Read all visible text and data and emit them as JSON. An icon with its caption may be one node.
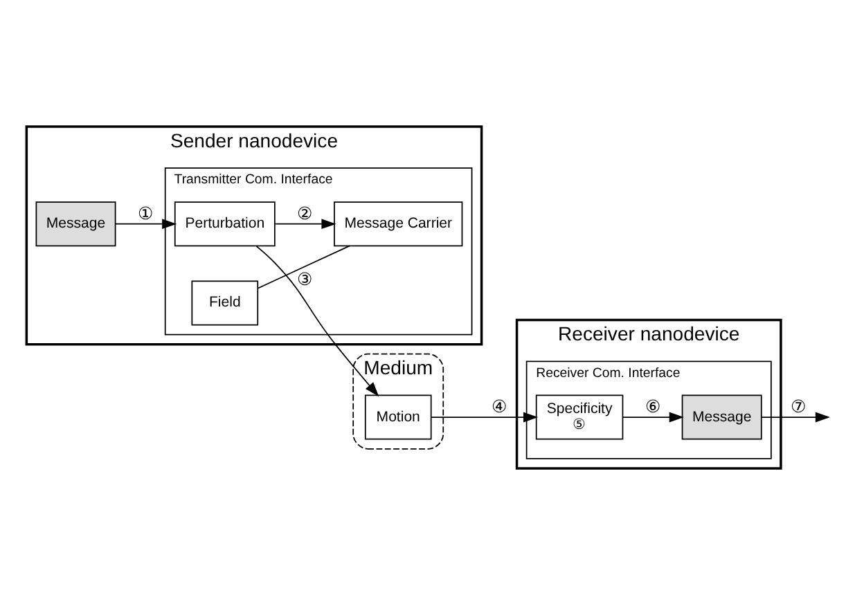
{
  "diagram": {
    "nodes": [
      {
        "text": [
          "Sender nanodevice"
        ]
      },
      {
        "text": [
          "Message"
        ],
        "in": 0
      },
      {
        "text": [
          "Transmitter Com. Interface"
        ],
        "in": 0
      },
      {
        "text": [
          "Perturbation"
        ],
        "in": 2
      },
      {
        "text": [
          "Message Carrier"
        ],
        "in": 2
      },
      {
        "text": [
          "Field"
        ],
        "in": 2
      },
      {
        "text": [
          "Receiver nanodevice"
        ]
      },
      {
        "text": [
          "Receiver Com. Interface"
        ],
        "in": 6
      },
      {
        "text": [
          "Message"
        ],
        "in": 7
      },
      {
        "text": [
          "Specificity",
          "⑤"
        ],
        "in": 7
      },
      {
        "text": [
          "Medium"
        ]
      },
      {
        "text": [
          "Motion"
        ],
        "in": 10
      }
    ],
    "edges": [
      {
        "from": 1,
        "to": 3,
        "arrow": "to",
        "label": "①"
      },
      {
        "from": 3,
        "to": 4,
        "arrow": "to",
        "label": "②"
      },
      {
        "from": 4,
        "to": 5,
        "arrow": "none"
      },
      {
        "from": 3,
        "to": 11,
        "arrow": "to",
        "label": "③"
      },
      {
        "from": 11,
        "to": 9,
        "arrow": "to",
        "label": "④"
      },
      {
        "from": 9,
        "to": 8,
        "arrow": "to",
        "label": "⑥"
      },
      {
        "from": 8,
        "to": null,
        "arrow": "to",
        "label": "⑦"
      }
    ]
  }
}
